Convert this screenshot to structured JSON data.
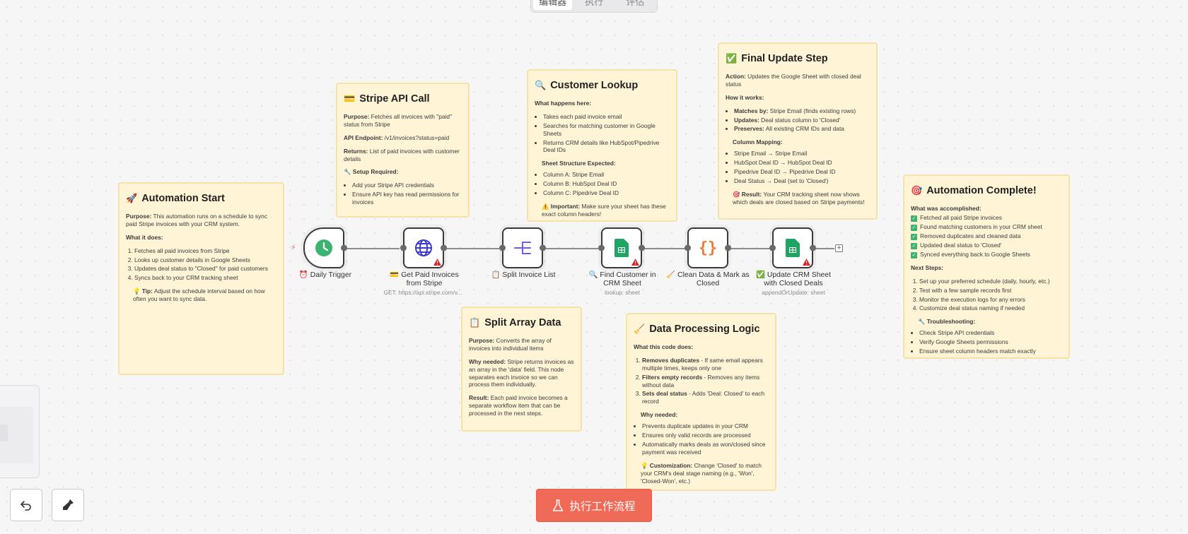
{
  "tabs": [
    "编辑器",
    "执行",
    "评估"
  ],
  "notes": {
    "automation_start": {
      "emoji": "🚀",
      "title": "Automation Start",
      "purpose_label": "Purpose:",
      "purpose": " This automation runs on a schedule to sync paid Stripe invoices with your CRM system.",
      "what_label": "What it does:",
      "items": [
        "Fetches all paid invoices from Stripe",
        "Looks up customer details in Google Sheets",
        "Updates deal status to \"Closed\" for paid customers",
        "Syncs back to your CRM tracking sheet"
      ],
      "tip_emoji": "💡",
      "tip_label": "Tip:",
      "tip": " Adjust the schedule interval based on how often you want to sync data."
    },
    "stripe_api": {
      "emoji": "💳",
      "title": "Stripe API Call",
      "purpose_label": "Purpose:",
      "purpose": " Fetches all invoices with \"paid\" status from Stripe",
      "endpoint_label": "API Endpoint:",
      "endpoint": " /v1/invoices?status=paid",
      "returns_label": "Returns:",
      "returns": " List of paid invoices with customer details",
      "setup_emoji": "🔧",
      "setup_label": "Setup Required:",
      "setup": [
        "Add your Stripe API credentials",
        "Ensure API key has read permissions for invoices"
      ]
    },
    "customer_lookup": {
      "emoji": "🔍",
      "title": "Customer Lookup",
      "what_label": "What happens here:",
      "items": [
        "Takes each paid invoice email",
        "Searches for matching customer in Google Sheets",
        "Returns CRM details like HubSpot/Pipedrive Deal IDs"
      ],
      "structure_label": "Sheet Structure Expected:",
      "structure": [
        "Column A: Stripe Email",
        "Column B: HubSpot Deal ID",
        "Column C: Pipedrive Deal ID"
      ],
      "important_emoji": "⚠️",
      "important_label": "Important:",
      "important": " Make sure your sheet has these exact column headers!"
    },
    "final_update": {
      "emoji": "✅",
      "title": "Final Update Step",
      "action_label": "Action:",
      "action": " Updates the Google Sheet with closed deal status",
      "how_label": "How it works:",
      "how": [
        {
          "k": "Matches by:",
          "v": " Stripe Email (finds existing rows)"
        },
        {
          "k": "Updates:",
          "v": " Deal status column to 'Closed'"
        },
        {
          "k": "Preserves:",
          "v": " All existing CRM IDs and data"
        }
      ],
      "mapping_label": "Column Mapping:",
      "mapping": [
        "Stripe Email → Stripe Email",
        "HubSpot Deal ID → HubSpot Deal ID",
        "Pipedrive Deal ID → Pipedrive Deal ID",
        "Deal Status → Deal (set to 'Closed')"
      ],
      "result_emoji": "🎯",
      "result_label": "Result:",
      "result": " Your CRM tracking sheet now shows which deals are closed based on Stripe payments!"
    },
    "automation_complete": {
      "emoji": "🎯",
      "title": "Automation Complete!",
      "accomplished_label": "What was accomplished:",
      "accomplished": [
        "Fetched all paid Stripe invoices",
        "Found matching customers in your CRM sheet",
        "Removed duplicates and cleaned data",
        "Updated deal status to 'Closed'",
        "Synced everything back to Google Sheets"
      ],
      "next_label": "Next Steps:",
      "next": [
        "Set up your preferred schedule (daily, hourly, etc.)",
        "Test with a few sample records first",
        "Monitor the execution logs for any errors",
        "Customize deal status naming if needed"
      ],
      "trouble_emoji": "🔧",
      "trouble_label": "Troubleshooting:",
      "trouble": [
        "Check Stripe API credentials",
        "Verify Google Sheets permissions",
        "Ensure sheet column headers match exactly"
      ]
    },
    "split_array": {
      "emoji": "📋",
      "title": "Split Array Data",
      "purpose_label": "Purpose:",
      "purpose": " Converts the array of invoices into individual items",
      "why_label": "Why needed:",
      "why": " Stripe returns invoices as an array in the 'data' field. This node separates each invoice so we can process them individually.",
      "result_label": "Result:",
      "result": " Each paid invoice becomes a separate workflow item that can be processed in the next steps."
    },
    "data_processing": {
      "emoji": "🧹",
      "title": "Data Processing Logic",
      "what_label": "What this code does:",
      "items": [
        {
          "k": "Removes duplicates",
          "v": " - If same email appears multiple times, keeps only one"
        },
        {
          "k": "Filters empty records",
          "v": " - Removes any items without data"
        },
        {
          "k": "Sets deal status",
          "v": " - Adds 'Deal: Closed' to each record"
        }
      ],
      "why_label": "Why needed:",
      "why": [
        "Prevents duplicate updates in your CRM",
        "Ensures only valid records are processed",
        "Automatically marks deals as won/closed since payment was received"
      ],
      "custom_emoji": "💡",
      "custom_label": "Customization:",
      "custom": " Change 'Closed' to match your CRM's deal stage naming (e.g., 'Won', 'Closed-Won', etc.)"
    }
  },
  "nodes": {
    "daily_trigger": {
      "emoji": "⏰",
      "label": "Daily Trigger"
    },
    "get_invoices": {
      "emoji": "💳",
      "label": "Get Paid Invoices from Stripe",
      "sub": "GET: https://api.stripe.com/v..."
    },
    "split_list": {
      "emoji": "📋",
      "label": "Split Invoice List"
    },
    "find_customer": {
      "emoji": "🔍",
      "label": "Find Customer in CRM Sheet",
      "sub": "lookup: sheet"
    },
    "clean_data": {
      "emoji": "🧹",
      "label": "Clean Data & Mark as Closed"
    },
    "update_crm": {
      "emoji": "✅",
      "label": "Update CRM Sheet with Closed Deals",
      "sub": "appendOrUpdate: sheet"
    }
  },
  "toolbar": {
    "execute_label": "执行工作流程",
    "plus": "+"
  }
}
